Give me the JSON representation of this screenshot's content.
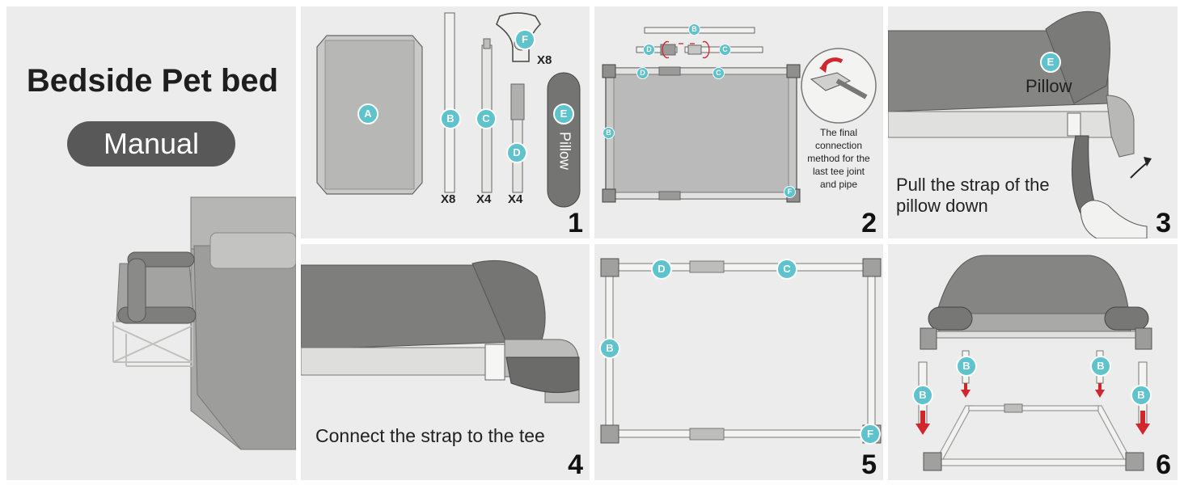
{
  "cover": {
    "title": "Bedside Pet bed",
    "badge": "Manual"
  },
  "step1": {
    "number": "1",
    "labels": {
      "a": "A",
      "b": "B",
      "c": "C",
      "d": "D",
      "e": "E",
      "f": "F"
    },
    "pillow": "Pillow",
    "qty_b": "X8",
    "qty_c": "X4",
    "qty_d": "X4",
    "qty_f": "X8"
  },
  "step2": {
    "number": "2",
    "labels": {
      "b": "B",
      "c": "C",
      "d": "D",
      "f": "F"
    },
    "note": [
      "The final",
      "connection",
      "method for the",
      "last tee joint",
      "and pipe"
    ]
  },
  "step3": {
    "number": "3",
    "label_e": "E",
    "pillow": "Pillow",
    "caption": [
      "Pull the strap of the",
      "pillow down"
    ]
  },
  "step4": {
    "number": "4",
    "caption": "Connect the strap to the tee"
  },
  "step5": {
    "number": "5",
    "labels": {
      "b": "B",
      "c": "C",
      "d": "D",
      "f": "F"
    }
  },
  "step6": {
    "number": "6",
    "labels": {
      "b": "B"
    }
  },
  "colors": {
    "accent": "#5ec3cc",
    "panel": "#ececec",
    "fabric": "#8a8a89",
    "frame": "#c9c9c7",
    "arrow": "#d1262b"
  }
}
